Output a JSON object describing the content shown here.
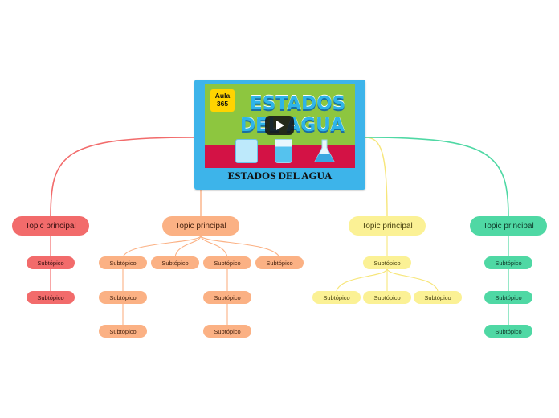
{
  "central": {
    "logo_line1": "Aula",
    "logo_line2": "365",
    "banner_line1": "ESTADOS",
    "banner_line2": "DEL AGUA",
    "caption": "ESTADOS DEL AGUA",
    "colors": {
      "frame": "#3db4ea",
      "banner_green": "#8dc63f",
      "banner_red": "#d31245",
      "logo": "#ffd400"
    }
  },
  "branches": [
    {
      "color": "#f26b6b",
      "label": "Topic principal",
      "subtopics": [
        {
          "label": "Subtópico"
        },
        {
          "label": "Subtópico"
        }
      ]
    },
    {
      "color": "#fbb184",
      "label": "Topic principal",
      "subtopics": [
        {
          "label": "Subtópico",
          "children": [
            {
              "label": "Subtópico"
            },
            {
              "label": "Subtópico"
            }
          ]
        },
        {
          "label": "Subtópico"
        },
        {
          "label": "Subtópico",
          "children": [
            {
              "label": "Subtópico"
            },
            {
              "label": "Subtópico"
            }
          ]
        },
        {
          "label": "Subtópico"
        }
      ]
    },
    {
      "color": "#fbf195",
      "label": "Topic principal",
      "subtopics": [
        {
          "label": "Subtópico",
          "children": [
            {
              "label": "Subtópico"
            },
            {
              "label": "Subtópico"
            },
            {
              "label": "Subtópico"
            }
          ]
        }
      ]
    },
    {
      "color": "#4fd8a4",
      "label": "Topic principal",
      "subtopics": [
        {
          "label": "Subtópico"
        },
        {
          "label": "Subtópico"
        },
        {
          "label": "Subtópico"
        }
      ]
    }
  ]
}
